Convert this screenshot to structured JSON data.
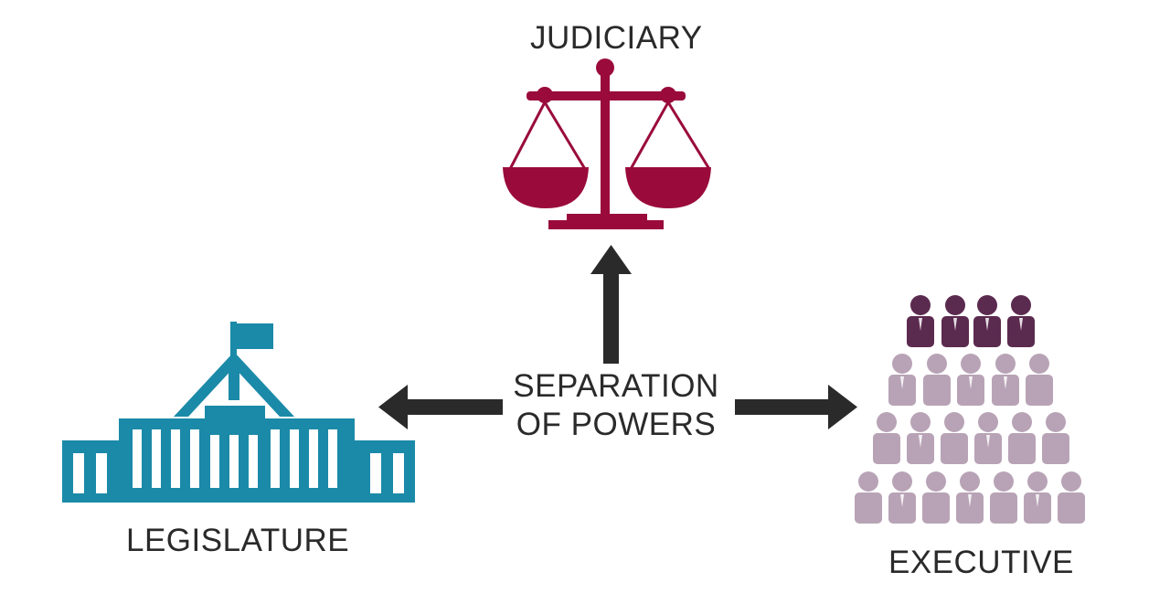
{
  "diagram": {
    "center": {
      "line1": "SEPARATION",
      "line2": "OF POWERS"
    },
    "judiciary": {
      "label": "JUDICIARY",
      "icon": "scales-of-justice-icon",
      "color": "#9a0b3c"
    },
    "legislature": {
      "label": "LEGISLATURE",
      "icon": "parliament-house-icon",
      "color": "#1b8aa8"
    },
    "executive": {
      "label": "EXECUTIVE",
      "icon": "group-of-people-icon",
      "color_leaders": "#5b2a4f",
      "color_staff": "#b8a3b6"
    },
    "arrow_color": "#2a2a2a"
  }
}
